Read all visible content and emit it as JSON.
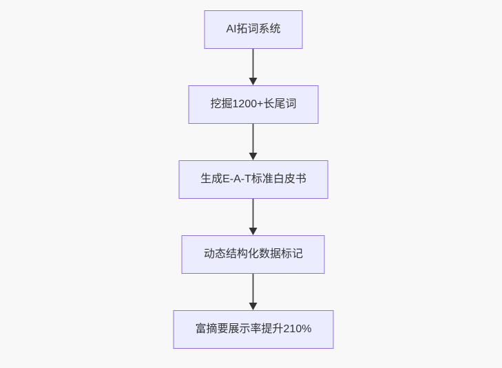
{
  "diagram": {
    "type": "flowchart",
    "direction": "top-down",
    "nodes": [
      {
        "id": "n1",
        "label": "AI拓词系统"
      },
      {
        "id": "n2",
        "label": "挖掘1200+长尾词"
      },
      {
        "id": "n3",
        "label": "生成E-A-T标准白皮书"
      },
      {
        "id": "n4",
        "label": "动态结构化数据标记"
      },
      {
        "id": "n5",
        "label": "富摘要展示率提升210%"
      }
    ],
    "edges": [
      {
        "from": "n1",
        "to": "n2",
        "style": "arrow-down"
      },
      {
        "from": "n2",
        "to": "n3",
        "style": "arrow-down"
      },
      {
        "from": "n3",
        "to": "n4",
        "style": "arrow-down"
      },
      {
        "from": "n4",
        "to": "n5",
        "style": "arrow-down"
      }
    ],
    "colors": {
      "node_fill": "#ECECFF",
      "node_border": "#9370DB",
      "edge_line": "#555555",
      "arrowhead": "#333333",
      "node_text": "#333333",
      "background": "#f8f8f8"
    }
  }
}
